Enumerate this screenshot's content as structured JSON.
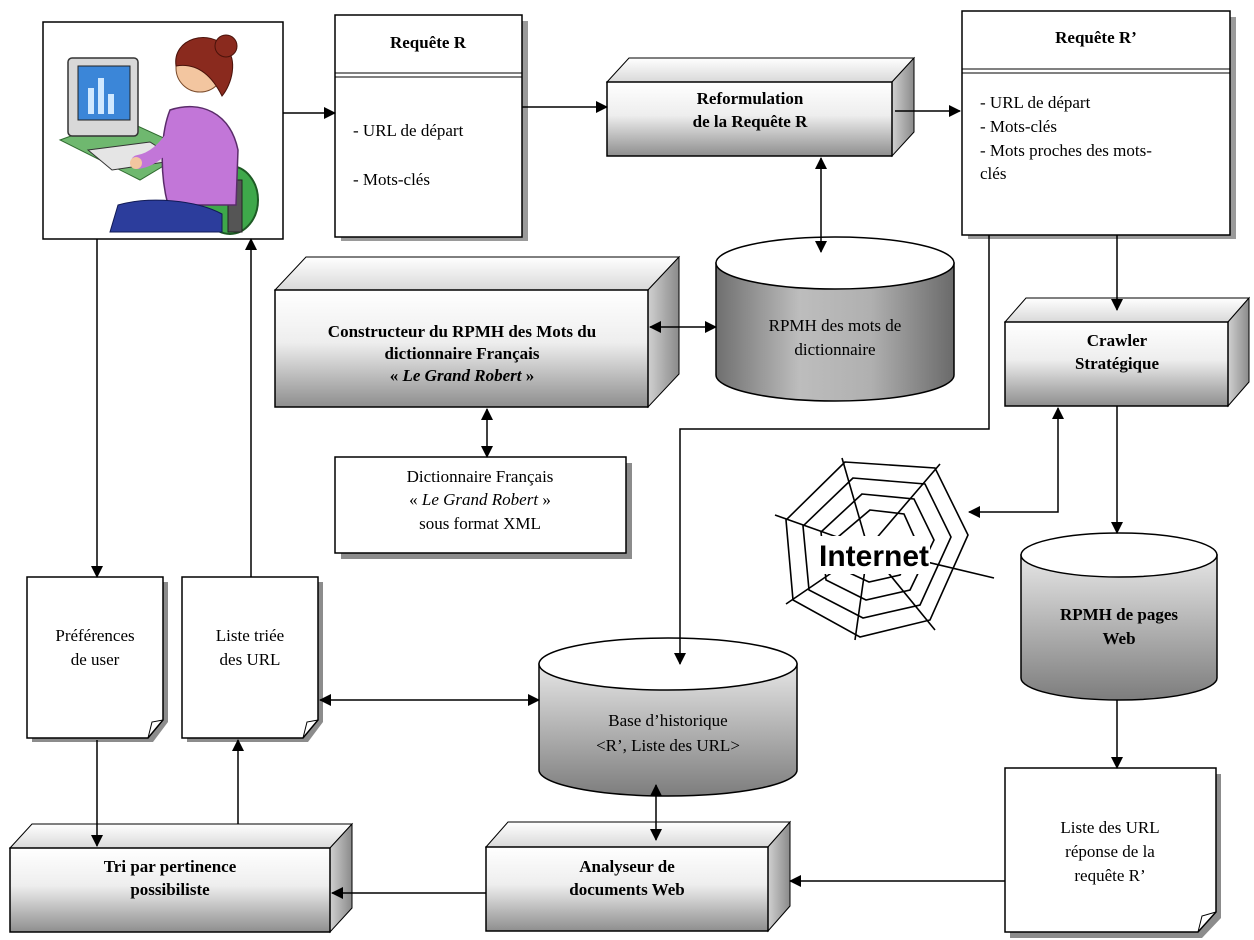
{
  "user_station": {
    "icon": "user-at-computer-icon"
  },
  "requete_r": {
    "title": "Requête R",
    "item_url": "- URL de départ",
    "item_mots": "- Mots-clés"
  },
  "reformulation": {
    "line1": "Reformulation",
    "line2": "de la Requête R"
  },
  "requete_r_prime": {
    "title": "Requête R’",
    "item_url": "- URL de départ",
    "item_mots": "- Mots-clés",
    "item_proches_1": "- Mots proches  des mots-",
    "item_proches_2": "clés"
  },
  "constructeur": {
    "line1": "Constructeur du RPMH des Mots du",
    "line2": "dictionnaire Français",
    "line3_prefix": "« ",
    "line3_italic": "Le Grand Robert",
    "line3_suffix": " »"
  },
  "rpmh_mots": {
    "line1": "RPMH des mots  de",
    "line2": "dictionnaire"
  },
  "dictionnaire": {
    "line1": "Dictionnaire Français",
    "line2_prefix": "« ",
    "line2_italic": "Le Grand Robert",
    "line2_suffix": " »",
    "line3": "sous format XML"
  },
  "crawler": {
    "line1": "Crawler",
    "line2": "Stratégique"
  },
  "internet": {
    "label": "Internet",
    "icon": "spider-web-icon"
  },
  "rpmh_pages": {
    "line1": "RPMH de pages",
    "line2": "Web"
  },
  "preferences": {
    "line1": "Préférences",
    "line2": "de user"
  },
  "liste_triee": {
    "line1": "Liste triée",
    "line2": "des URL"
  },
  "base_historique": {
    "line1": "Base d’historique",
    "line2": "<R’, Liste des URL>"
  },
  "liste_reponse": {
    "line1": "Liste des URL",
    "line2": "réponse de la",
    "line3": "requête R’"
  },
  "tri": {
    "line1": "Tri par pertinence",
    "line2": "possibiliste"
  },
  "analyseur": {
    "line1": "Analyseur de",
    "line2": "documents Web"
  },
  "colors": {
    "box_light": "#f4f4f4",
    "box_dark": "#9a9a9a",
    "cyl_body": "#8c8c8c",
    "stroke": "#000000"
  }
}
